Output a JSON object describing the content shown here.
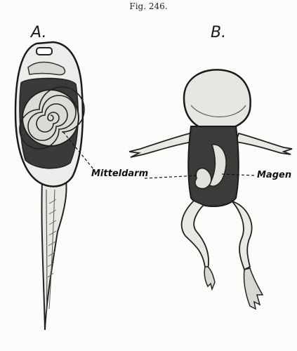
{
  "figure": {
    "caption": "Fig. 246.",
    "panel_a_label": "A.",
    "panel_b_label": "B."
  },
  "annotations": {
    "mitteldarm": "Mitteldarm",
    "magen": "Magen"
  }
}
